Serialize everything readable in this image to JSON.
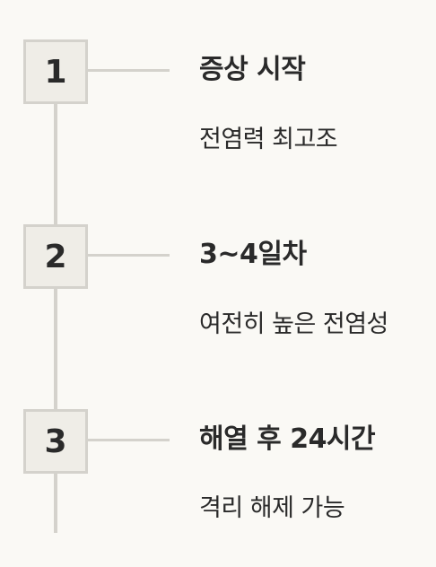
{
  "steps": [
    {
      "number": "1",
      "title": "증상 시작",
      "description": "전염력 최고조"
    },
    {
      "number": "2",
      "title": "3~4일차",
      "description": "여전히 높은 전염성"
    },
    {
      "number": "3",
      "title": "해열 후 24시간",
      "description": "격리 해제 가능"
    }
  ]
}
